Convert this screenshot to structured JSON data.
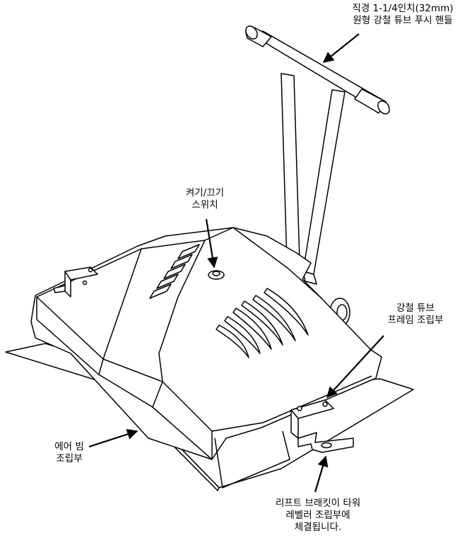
{
  "labels": {
    "handle": {
      "line1": "직경 1-1/4인치(32mm)",
      "line2": "원형 강철 튜브 푸시 핸들"
    },
    "switch": {
      "line1": "켜기/끄기",
      "line2": "스위치"
    },
    "frame": {
      "line1": "강철 튜브",
      "line2": "프레임 조립부"
    },
    "airbeam": {
      "line1": "에어 빔",
      "line2": "조립부"
    },
    "bracket": {
      "line1": "리프트 브래킷이 타워",
      "line2": "레벨러 조립부에",
      "line3": "체결됩니다."
    }
  },
  "colors": {
    "line": "#000000",
    "fill": "#ffffff",
    "background": "#ffffff"
  }
}
